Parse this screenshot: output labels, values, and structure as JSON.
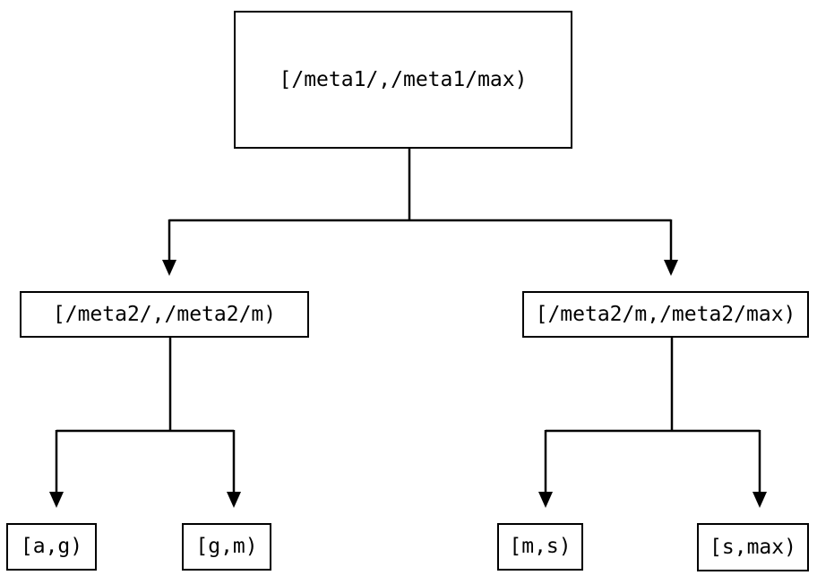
{
  "tree": {
    "nodes": {
      "root": {
        "label": "[/meta1/,/meta1/max)"
      },
      "meta2_left": {
        "label": "[/meta2/,/meta2/m)"
      },
      "meta2_right": {
        "label": "[/meta2/m,/meta2/max)"
      },
      "leaf_a_g": {
        "label": "[a,g)"
      },
      "leaf_g_m": {
        "label": "[g,m)"
      },
      "leaf_m_s": {
        "label": "[m,s)"
      },
      "leaf_s_max": {
        "label": "[s,max)"
      }
    },
    "edges": [
      {
        "from": "root",
        "to": "meta2_left",
        "style": "arrow-down"
      },
      {
        "from": "root",
        "to": "meta2_right",
        "style": "arrow-down"
      },
      {
        "from": "meta2_left",
        "to": "leaf_a_g",
        "style": "arrow-down"
      },
      {
        "from": "meta2_left",
        "to": "leaf_g_m",
        "style": "arrow-down"
      },
      {
        "from": "meta2_right",
        "to": "leaf_m_s",
        "style": "arrow-down"
      },
      {
        "from": "meta2_right",
        "to": "leaf_s_max",
        "style": "arrow-down"
      }
    ],
    "colors": {
      "background": "#ffffff",
      "line": "#000000",
      "text": "#000000",
      "node_fill": "#ffffff"
    }
  }
}
